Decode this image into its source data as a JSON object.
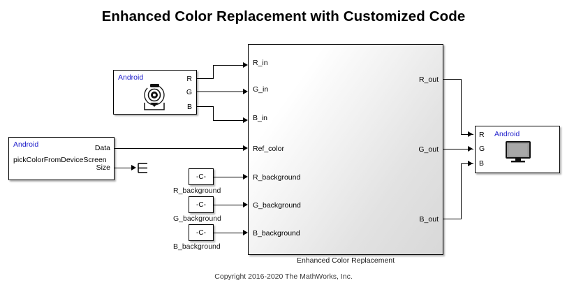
{
  "page": {
    "title": "Enhanced Color Replacement with Customized Code",
    "copyright": "Copyright 2016-2020 The MathWorks, Inc.",
    "background": "#ffffff",
    "android_label_color": "#2222cc"
  },
  "camera_block": {
    "vendor_label": "Android",
    "icon": "camera-icon",
    "outputs": [
      {
        "label": "R"
      },
      {
        "label": "G"
      },
      {
        "label": "B"
      }
    ]
  },
  "pick_color_block": {
    "vendor_label": "Android",
    "name": "pickColorFromDeviceScreen",
    "outputs": [
      {
        "label": "Data"
      },
      {
        "label": "Size"
      }
    ]
  },
  "terminator_block": {
    "icon": "terminator-icon"
  },
  "constant_blocks": [
    {
      "value": "-C-",
      "label": "R_background"
    },
    {
      "value": "-C-",
      "label": "G_background"
    },
    {
      "value": "-C-",
      "label": "B_background"
    }
  ],
  "subsystem": {
    "caption": "Enhanced Color Replacement",
    "inputs": [
      {
        "label": "R_in"
      },
      {
        "label": "G_in"
      },
      {
        "label": "B_in"
      },
      {
        "label": "Ref_color"
      },
      {
        "label": "R_background"
      },
      {
        "label": "G_background"
      },
      {
        "label": "B_background"
      }
    ],
    "outputs": [
      {
        "label": "R_out"
      },
      {
        "label": "G_out"
      },
      {
        "label": "B_out"
      }
    ]
  },
  "display_block": {
    "vendor_label": "Android",
    "icon": "monitor-icon",
    "inputs": [
      {
        "label": "R"
      },
      {
        "label": "G"
      },
      {
        "label": "B"
      }
    ]
  }
}
